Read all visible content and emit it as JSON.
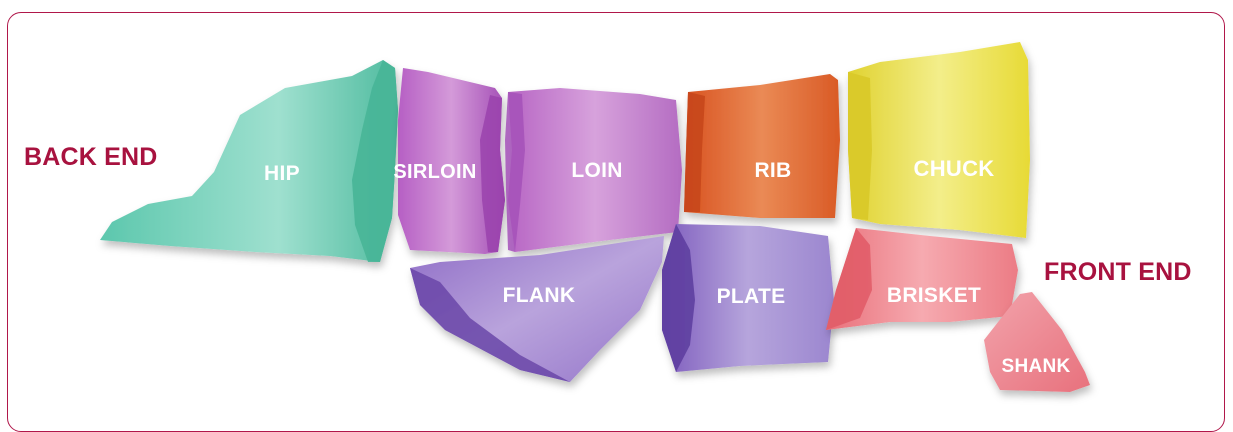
{
  "labels": {
    "back_end": "BACK END",
    "front_end": "FRONT END"
  },
  "cuts": {
    "hip": "HIP",
    "sirloin": "SIRLOIN",
    "loin": "LOIN",
    "rib": "RIB",
    "chuck": "CHUCK",
    "flank": "FLANK",
    "plate": "PLATE",
    "brisket": "BRISKET",
    "shank": "SHANK"
  },
  "colors": {
    "frame": "#b0174a",
    "end_label": "#a8123f",
    "hip": "#6fcfb6",
    "sirloin": "#c06fcc",
    "loin": "#c67ccc",
    "rib": "#e2622e",
    "chuck": "#ebe043",
    "flank": "#9b7ccd",
    "plate": "#9d84d0",
    "brisket": "#ee7f86",
    "shank": "#ee8f99"
  }
}
